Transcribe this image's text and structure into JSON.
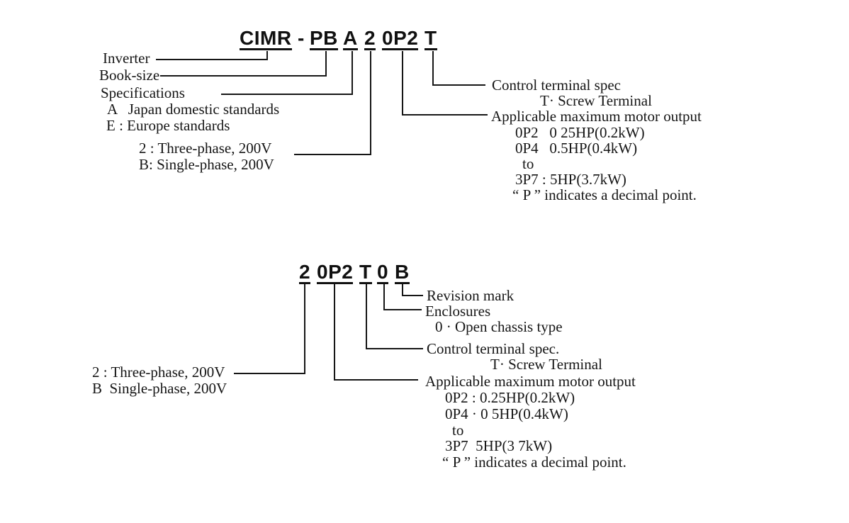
{
  "page": {
    "background_color": "#ffffff",
    "ink_color": "#161616",
    "description": "Inverter model number nomenclature diagrams"
  },
  "diagram1": {
    "code_segments": [
      "CIMR",
      "-",
      "PB",
      "A",
      "2",
      "0P2",
      "T"
    ],
    "left_labels": {
      "inverter": "Inverter",
      "book_size": "Book-size",
      "specifications": "Specifications",
      "spec_options": [
        "A   Japan domestic standards",
        "E : Europe standards"
      ],
      "phase_options": [
        "2 : Three-phase, 200V",
        "B: Single-phase, 200V"
      ]
    },
    "right_labels": {
      "control_terminal": "Control terminal spec",
      "control_terminal_option": "T· Screw Terminal",
      "motor_output": "Applicable maximum motor output",
      "motor_output_options": [
        "0P2   0 25HP(0.2kW)",
        "0P4   0.5HP(0.4kW)",
        "to",
        "3P7 : 5HP(3.7kW)",
        "“ P ” indicates a decimal point."
      ]
    }
  },
  "diagram2": {
    "code_segments": [
      "2",
      "0P2",
      "T",
      "0",
      "B"
    ],
    "left_labels": {
      "phase_options": [
        "2 : Three-phase, 200V",
        "B  Single-phase, 200V"
      ]
    },
    "right_labels": {
      "revision_mark": "Revision mark",
      "enclosures": "Enclosures",
      "enclosures_option": "0 · Open chassis type",
      "control_terminal": "Control terminal spec.",
      "control_terminal_option": "T· Screw Terminal",
      "motor_output": "Applicable maximum motor output",
      "motor_output_options": [
        "0P2 : 0.25HP(0.2kW)",
        "0P4 · 0 5HP(0.4kW)",
        "to",
        "3P7  5HP(3 7kW)",
        "“ P ” indicates a decimal point."
      ]
    }
  }
}
